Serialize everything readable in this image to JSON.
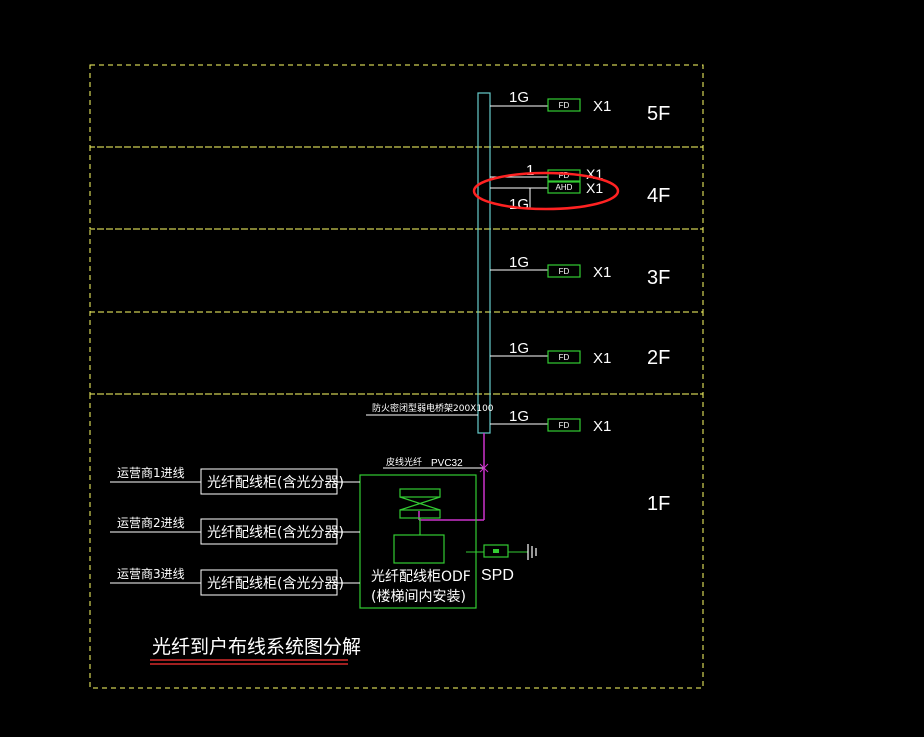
{
  "diagram": {
    "title": "光纤到户布线系统图分解",
    "colors": {
      "background": "#000000",
      "floor_border": "#ffff66",
      "green": "#33cc33",
      "riser": "#66cccc",
      "magenta": "#cc33cc",
      "highlight": "#ff2222",
      "text": "#ffffff",
      "title_underline": "#ff3333"
    },
    "floors": [
      {
        "label": "5F"
      },
      {
        "label": "4F"
      },
      {
        "label": "3F"
      },
      {
        "label": "2F"
      },
      {
        "label": "1F"
      }
    ],
    "branches": [
      {
        "floor": "5F",
        "cable": "1G",
        "device": "FD",
        "count": "X1"
      },
      {
        "floor": "4F",
        "cable": "1",
        "device": "FD",
        "count": "X1"
      },
      {
        "floor": "4F",
        "cable": "1G",
        "device": "AHD",
        "count": "X1"
      },
      {
        "floor": "3F",
        "cable": "1G",
        "device": "FD",
        "count": "X1"
      },
      {
        "floor": "2F",
        "cable": "1G",
        "device": "FD",
        "count": "X1"
      },
      {
        "floor": "1F",
        "cable": "1G",
        "device": "FD",
        "count": "X1"
      }
    ],
    "riser_label": "防火密闭型弱电桥架200X100",
    "conduit_left_label": "皮线光纤",
    "conduit_label": "PVC32",
    "incoming": [
      {
        "operator": "运营商1进线",
        "cabinet": "光纤配线柜(含光分器)"
      },
      {
        "operator": "运营商2进线",
        "cabinet": "光纤配线柜(含光分器)"
      },
      {
        "operator": "运营商3进线",
        "cabinet": "光纤配线柜(含光分器)"
      }
    ],
    "odf_label_line1": "光纤配线柜ODF",
    "odf_label_line2": "(楼梯间内安装)",
    "spd_label": "SPD"
  }
}
